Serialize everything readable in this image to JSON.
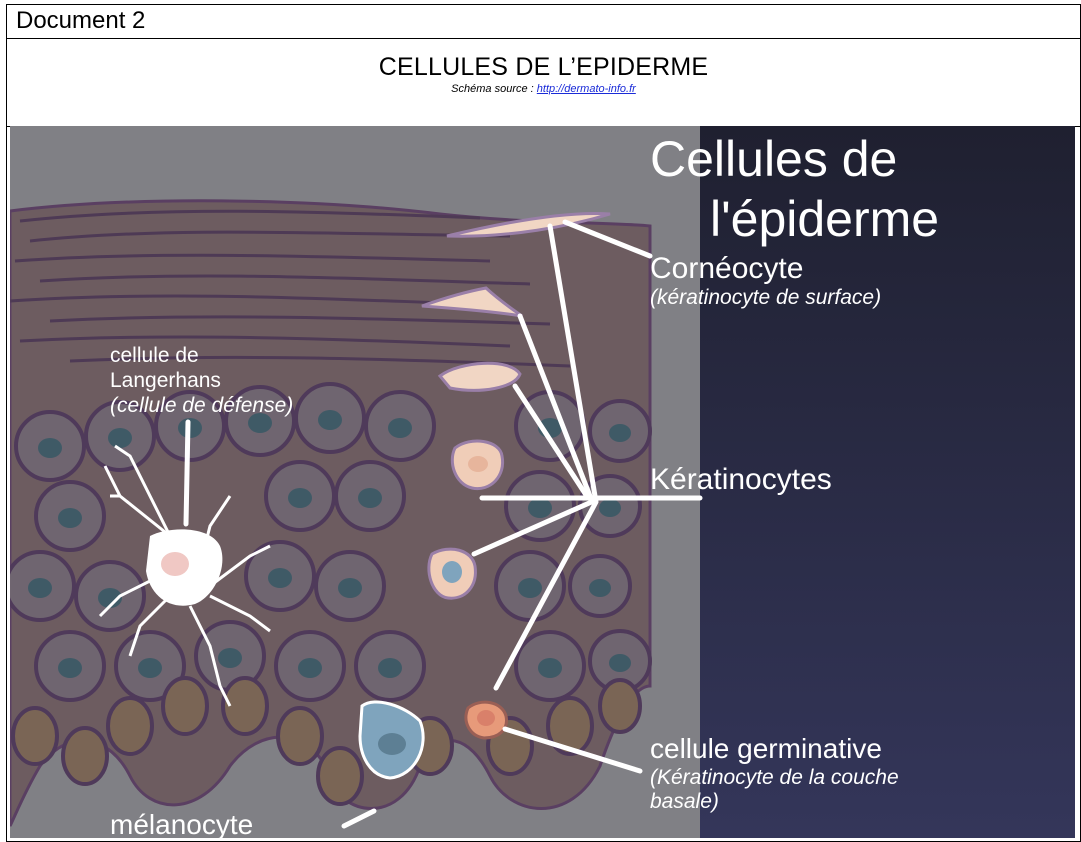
{
  "document": {
    "label": "Document 2",
    "title": "CELLULES DE L’EPIDERME",
    "source_prefix": "Schéma source : ",
    "source_link": "http://dermato-info.fr"
  },
  "diagram": {
    "heading_line1": "Cellules de",
    "heading_line2": "l'épiderme",
    "labels": {
      "corneocyte": "Cornéocyte",
      "corneocyte_sub": "(kératinocyte de surface)",
      "langerhans_line1": "cellule de",
      "langerhans_line2": "Langerhans",
      "langerhans_sub": "(cellule de défense)",
      "keratinocytes": "Kératinocytes",
      "germinative": "cellule germinative",
      "germinative_sub1": "(Kératinocyte de la couche",
      "germinative_sub2": "basale)",
      "melanocyte": "mélanocyte"
    },
    "colors": {
      "left_bg": "#808085",
      "right_bg": "#2b2c45",
      "cell_outline": "#5a3f62",
      "nucleus": "#3f5a66",
      "label": "#ffffff"
    }
  }
}
